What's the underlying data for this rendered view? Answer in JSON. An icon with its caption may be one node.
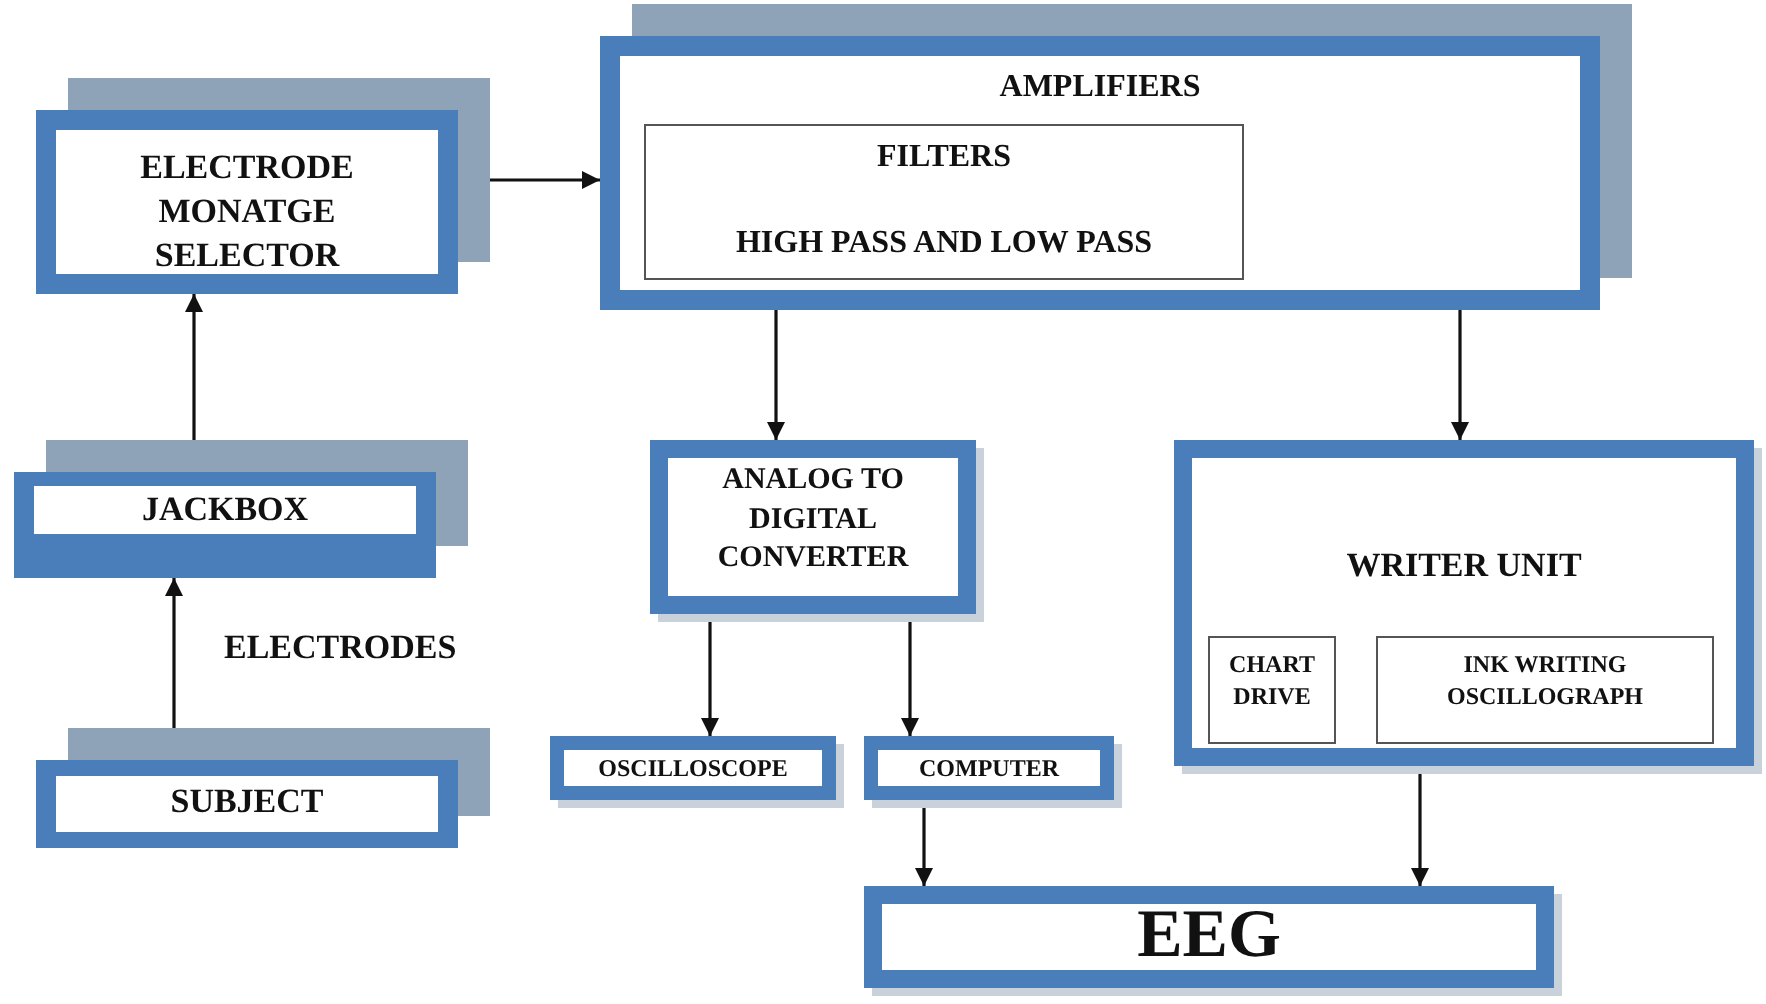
{
  "diagram": {
    "nodes": [
      {
        "text": [
          "ELECTRODE MONATGE SELECTOR"
        ]
      },
      {
        "text": [
          "AMPLIFIERS"
        ]
      },
      {
        "text": [
          "FILTERS",
          "HIGH PASS AND LOW PASS"
        ],
        "in": 1
      },
      {
        "text": [
          "JACKBOX"
        ]
      },
      {
        "text": [
          "ANALOG TO DIGITAL CONVERTER"
        ]
      },
      {
        "text": [
          "WRITER UNIT"
        ]
      },
      {
        "text": [
          "CHART DRIVE"
        ],
        "in": 5
      },
      {
        "text": [
          "INK WRITING OSCILLOGRAPH"
        ],
        "in": 5
      },
      {
        "text": [
          "SUBJECT"
        ]
      },
      {
        "text": [
          "OSCILLOSCOPE"
        ]
      },
      {
        "text": [
          "COMPUTER"
        ]
      },
      {
        "text": [
          "EEG"
        ]
      }
    ],
    "edges": [
      {
        "from": 8,
        "to": 3,
        "arrow": "to",
        "label": "ELECTRODES"
      },
      {
        "from": 3,
        "to": 0,
        "arrow": "to"
      },
      {
        "from": 0,
        "to": 1,
        "arrow": "to"
      },
      {
        "from": 1,
        "to": 4,
        "arrow": "to"
      },
      {
        "from": 1,
        "to": 5,
        "arrow": "to"
      },
      {
        "from": 4,
        "to": 9,
        "arrow": "to"
      },
      {
        "from": 4,
        "to": 10,
        "arrow": "to"
      },
      {
        "from": 10,
        "to": 11,
        "arrow": "to"
      },
      {
        "from": 5,
        "to": 11,
        "arrow": "to"
      }
    ]
  }
}
